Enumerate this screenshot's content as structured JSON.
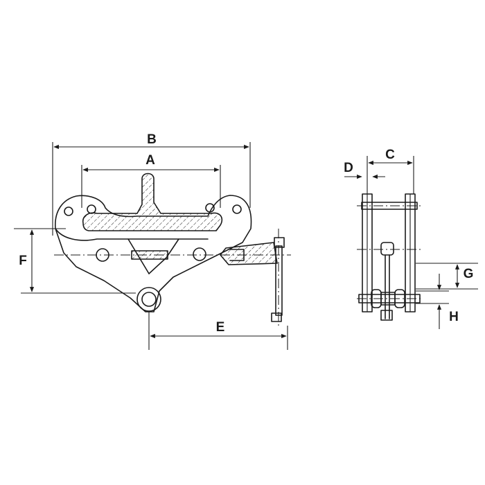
{
  "labels": {
    "a": "A",
    "b": "B",
    "c": "C",
    "d": "D",
    "e": "E",
    "f": "F",
    "g": "G",
    "h": "H"
  },
  "colors": {
    "ink": "#1a1a1a",
    "background": "#ffffff"
  }
}
